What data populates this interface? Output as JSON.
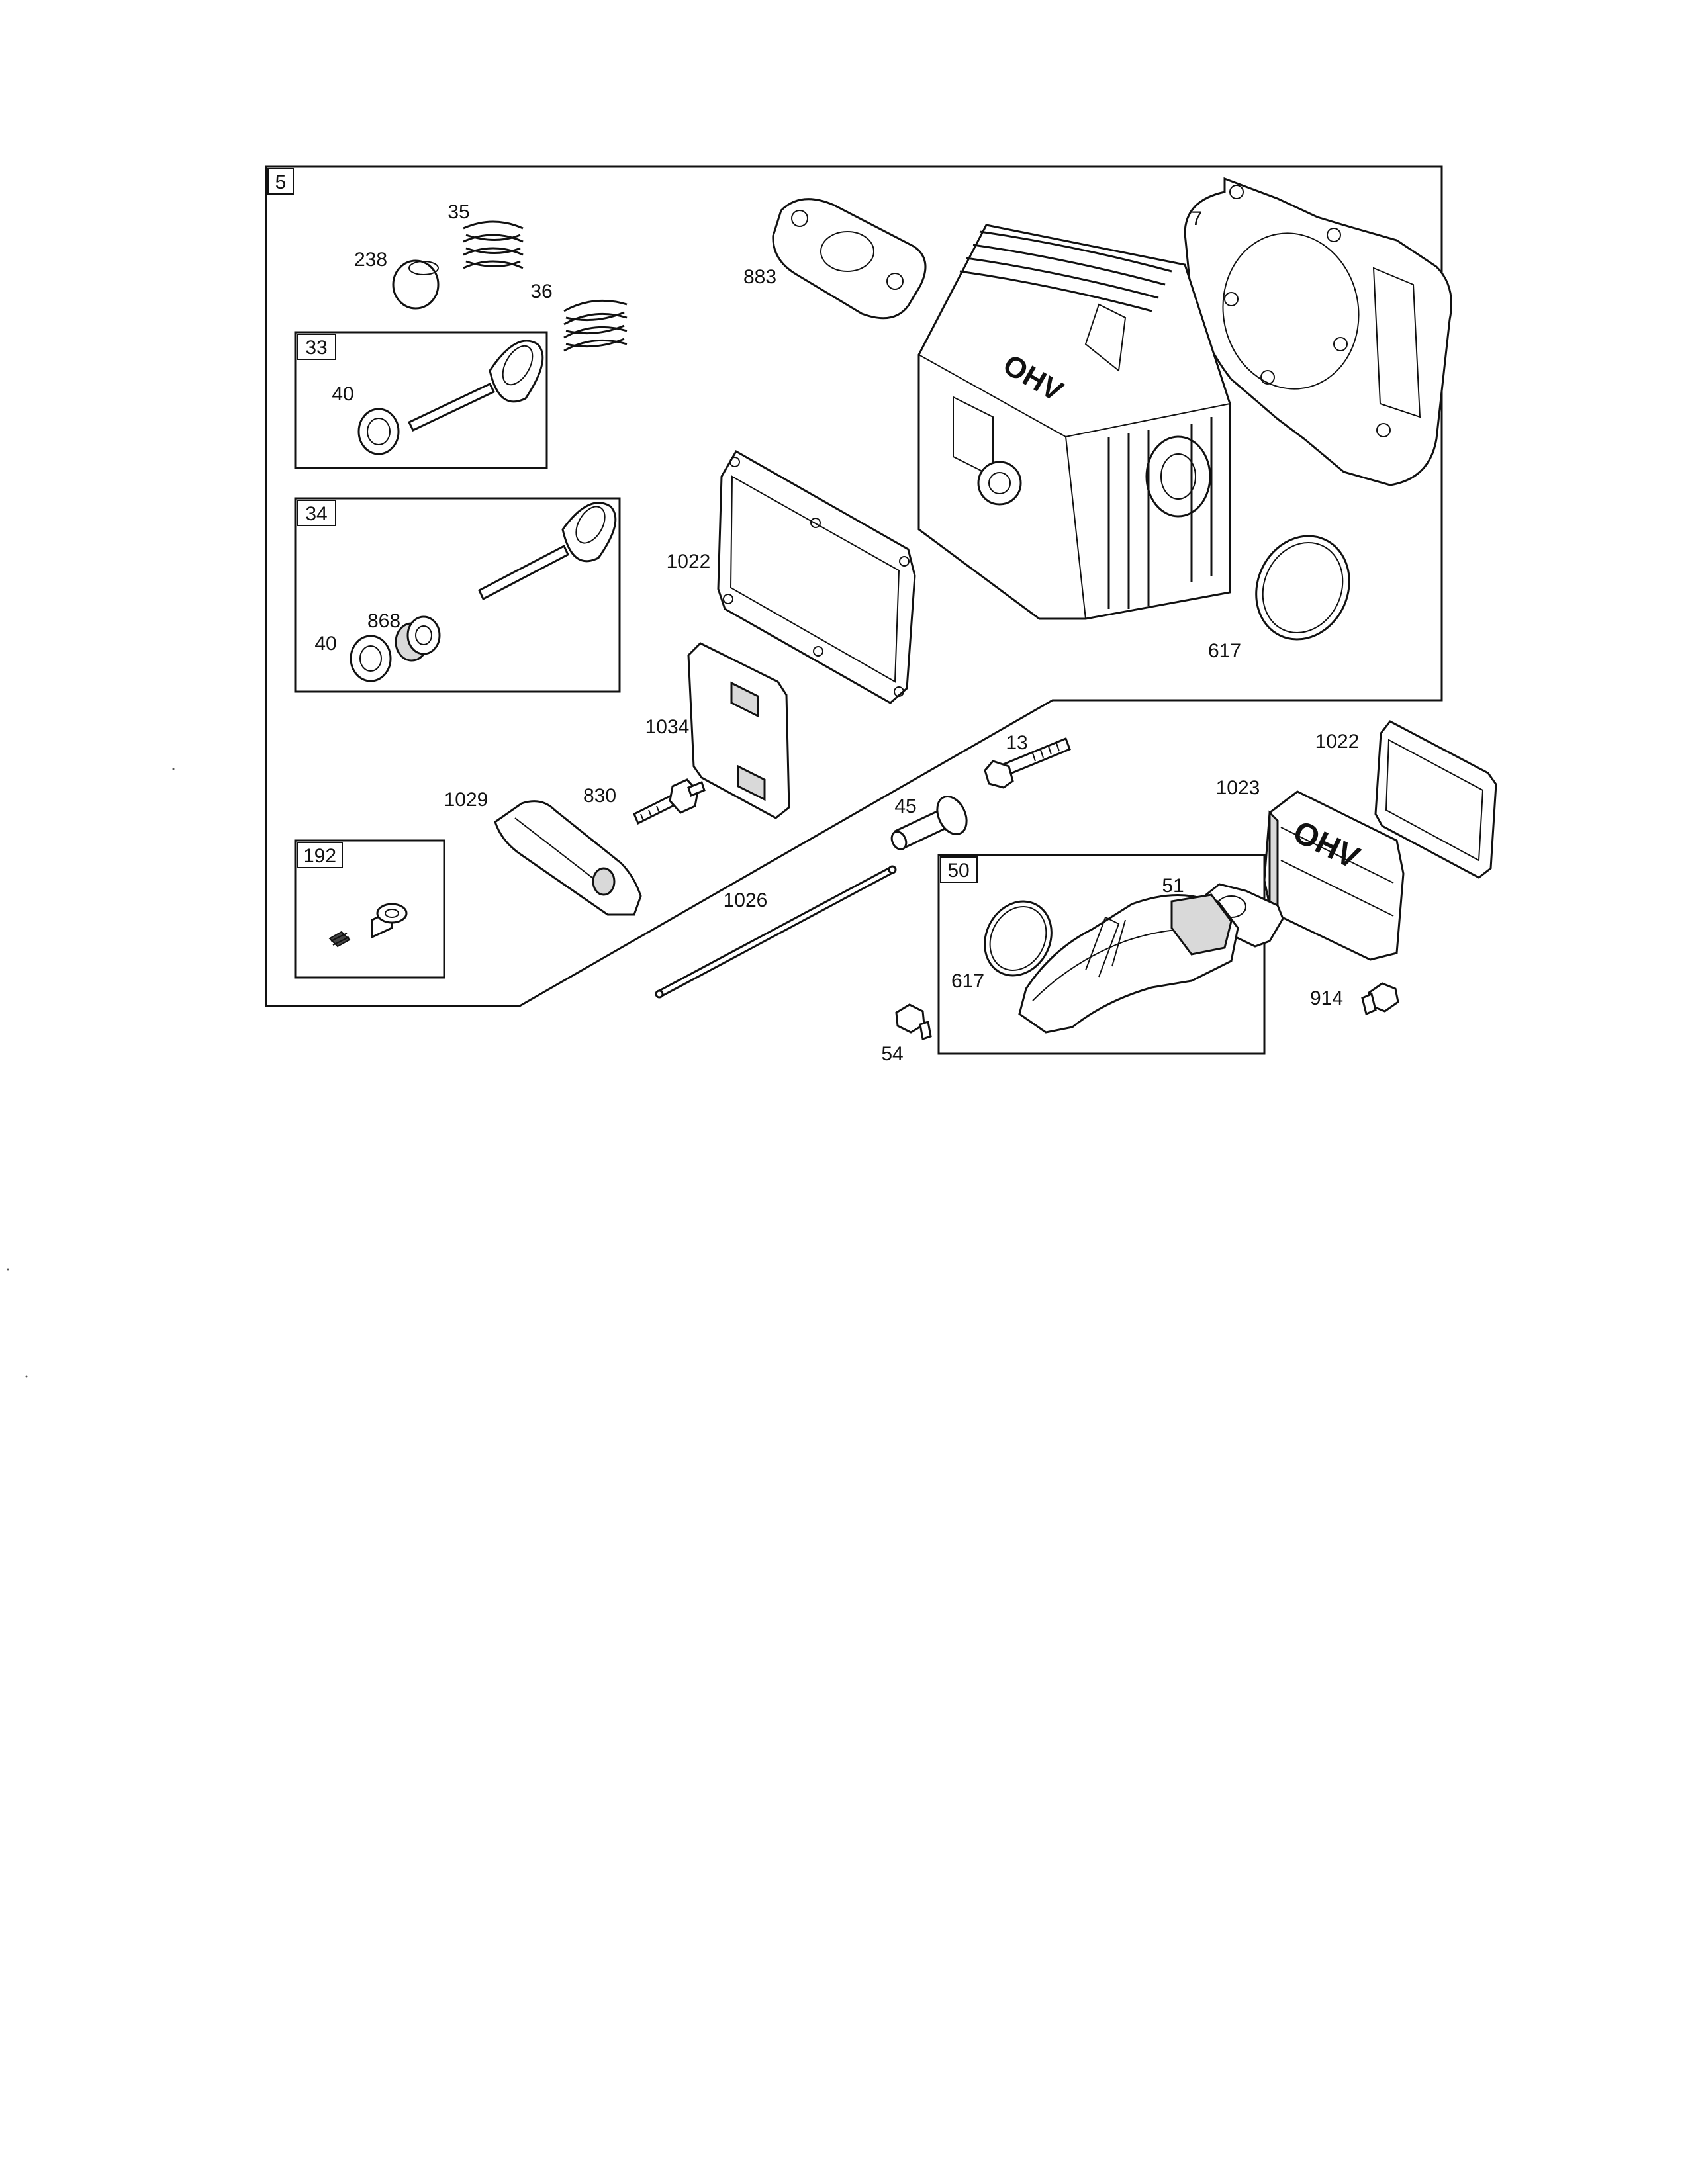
{
  "boxes": {
    "main": "5",
    "valve_exhaust": "33",
    "valve_intake": "34",
    "breather": "192",
    "intake_manifold": "50"
  },
  "labels": {
    "p35": "35",
    "p238": "238",
    "p36": "36",
    "p40a": "40",
    "p883": "883",
    "p7": "7",
    "p1022a": "1022",
    "p868": "868",
    "p40b": "40",
    "p617a": "617",
    "p1034": "1034",
    "p13": "13",
    "p1022b": "1022",
    "p1029": "1029",
    "p830": "830",
    "p45": "45",
    "p1023": "1023",
    "p51": "51",
    "p1026": "1026",
    "p617b": "617",
    "p914": "914",
    "p54": "54"
  },
  "markings": {
    "head_casting": "OHV",
    "valve_cover": "OHV"
  }
}
